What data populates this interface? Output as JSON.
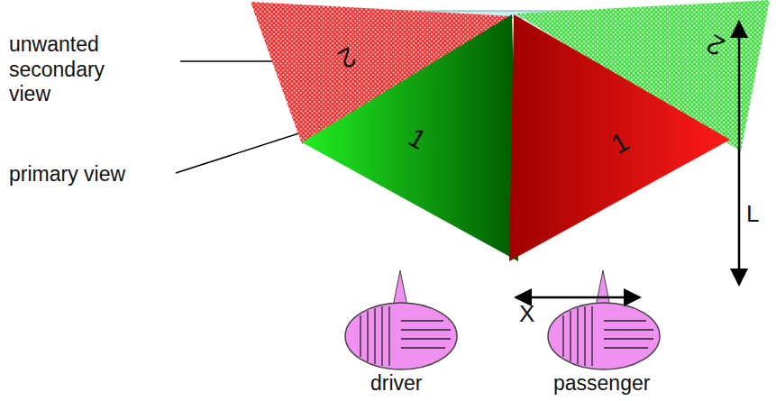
{
  "diagram": {
    "nodes": [
      {
        "text": [
          "2"
        ]
      },
      {
        "text": [
          "1"
        ]
      },
      {
        "text": [
          "2"
        ]
      },
      {
        "text": [
          "1"
        ]
      }
    ],
    "labels": [
      "unwanted secondary view",
      "primary view",
      "driver",
      "passenger",
      "L",
      "X"
    ]
  }
}
